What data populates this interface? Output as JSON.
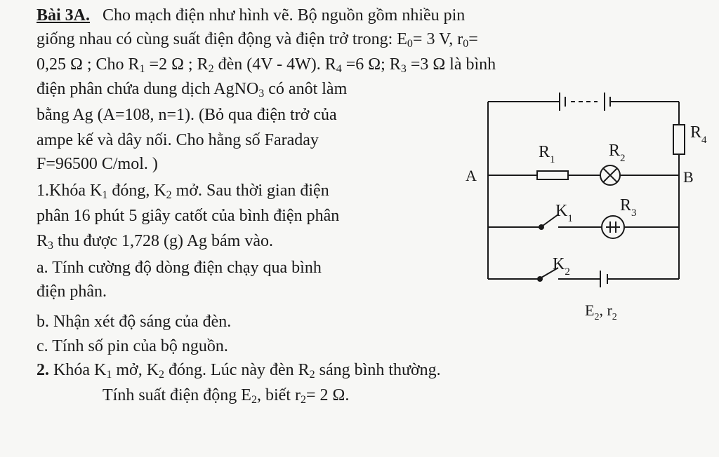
{
  "problem": {
    "title": "Bài 3A.",
    "intro": [
      [
        "Cho mạch điện như hình vẽ. Bộ nguồn gồm nhiều pin"
      ],
      [
        "giống nhau có cùng suất điện động và điện trở trong: E",
        "0",
        "= 3 V, r",
        "0",
        "="
      ],
      [
        "0,25 Ω ; Cho R",
        "1",
        " =2 Ω ; R",
        "2",
        " đèn (4V - 4W). R",
        "4",
        " =6 Ω; R",
        "3",
        " =3 Ω là bình"
      ],
      [
        "điện phân chứa dung dịch AgNO",
        "3",
        " có anôt làm"
      ],
      [
        "bằng Ag  (A=108, n=1). (Bỏ qua điện trở của"
      ],
      [
        "ampe kế và dây nối. Cho hằng số Faraday"
      ],
      [
        "F=96500 C/mol. )"
      ]
    ],
    "part1": [
      [
        "1.Khóa K",
        "1",
        " đóng, K",
        "2",
        " mở. Sau thời gian điện"
      ],
      [
        "phân 16 phút 5 giây catốt của bình điện phân"
      ],
      [
        "R",
        "3",
        " thu được 1,728 (g) Ag bám vào."
      ],
      [
        "a. Tính cường độ dòng điện chạy qua bình"
      ],
      [
        "điện phân."
      ],
      [
        "b. Nhận xét độ sáng của đèn."
      ],
      [
        "c. Tính số pin của bộ nguồn."
      ]
    ],
    "part2": [
      [
        "2.",
        " Khóa K",
        "1",
        " mở, K",
        "2",
        " đóng. Lúc này đèn R",
        "2",
        " sáng bình thường."
      ],
      [
        "Tính suất điện động E",
        "2",
        ", biết r",
        "2",
        "= 2 Ω."
      ]
    ]
  },
  "circuit": {
    "labels": {
      "R1": [
        "R",
        "1"
      ],
      "R2": [
        "R",
        "2"
      ],
      "R3": [
        "R",
        "3"
      ],
      "R4": [
        "R",
        "4"
      ],
      "K1": [
        "K",
        "1"
      ],
      "K2": [
        "K",
        "2"
      ],
      "A": "A",
      "B": "B",
      "source2": [
        "E",
        "2",
        ", r",
        "2"
      ]
    }
  }
}
